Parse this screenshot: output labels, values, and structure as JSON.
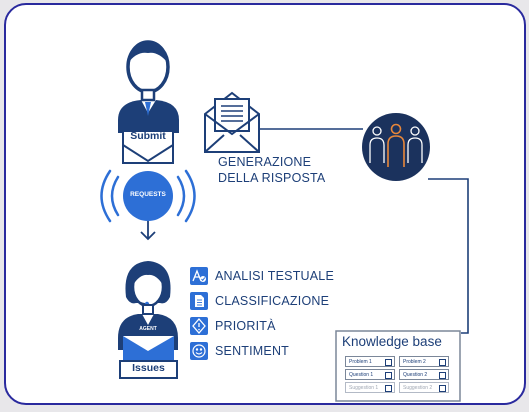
{
  "user": {
    "label": "Submit"
  },
  "requests": {
    "label": "REQUESTS"
  },
  "response": {
    "line1": "GENERAZIONE",
    "line2": "DELLA RISPOSTA"
  },
  "agent": {
    "badge": "AGENT",
    "tray_label": "Issues"
  },
  "capabilities": [
    {
      "icon": "text-analysis-icon",
      "label": "ANALISI TESTUALE"
    },
    {
      "icon": "document-icon",
      "label": "CLASSIFICAZIONE"
    },
    {
      "icon": "priority-diamond-icon",
      "label": "PRIORITÀ"
    },
    {
      "icon": "smiley-icon",
      "label": "SENTIMENT"
    }
  ],
  "knowledge_base": {
    "title": "Knowledge base",
    "rows": [
      [
        "Problem 1",
        "Problem 2"
      ],
      [
        "Question 1",
        "Question 2"
      ],
      [
        "Suggestion 1",
        "Suggestion 2"
      ]
    ]
  },
  "colors": {
    "navy": "#1d3f78",
    "accent": "#2d6fd6",
    "orange": "#e8873a",
    "frame": "#2a2a9e"
  }
}
